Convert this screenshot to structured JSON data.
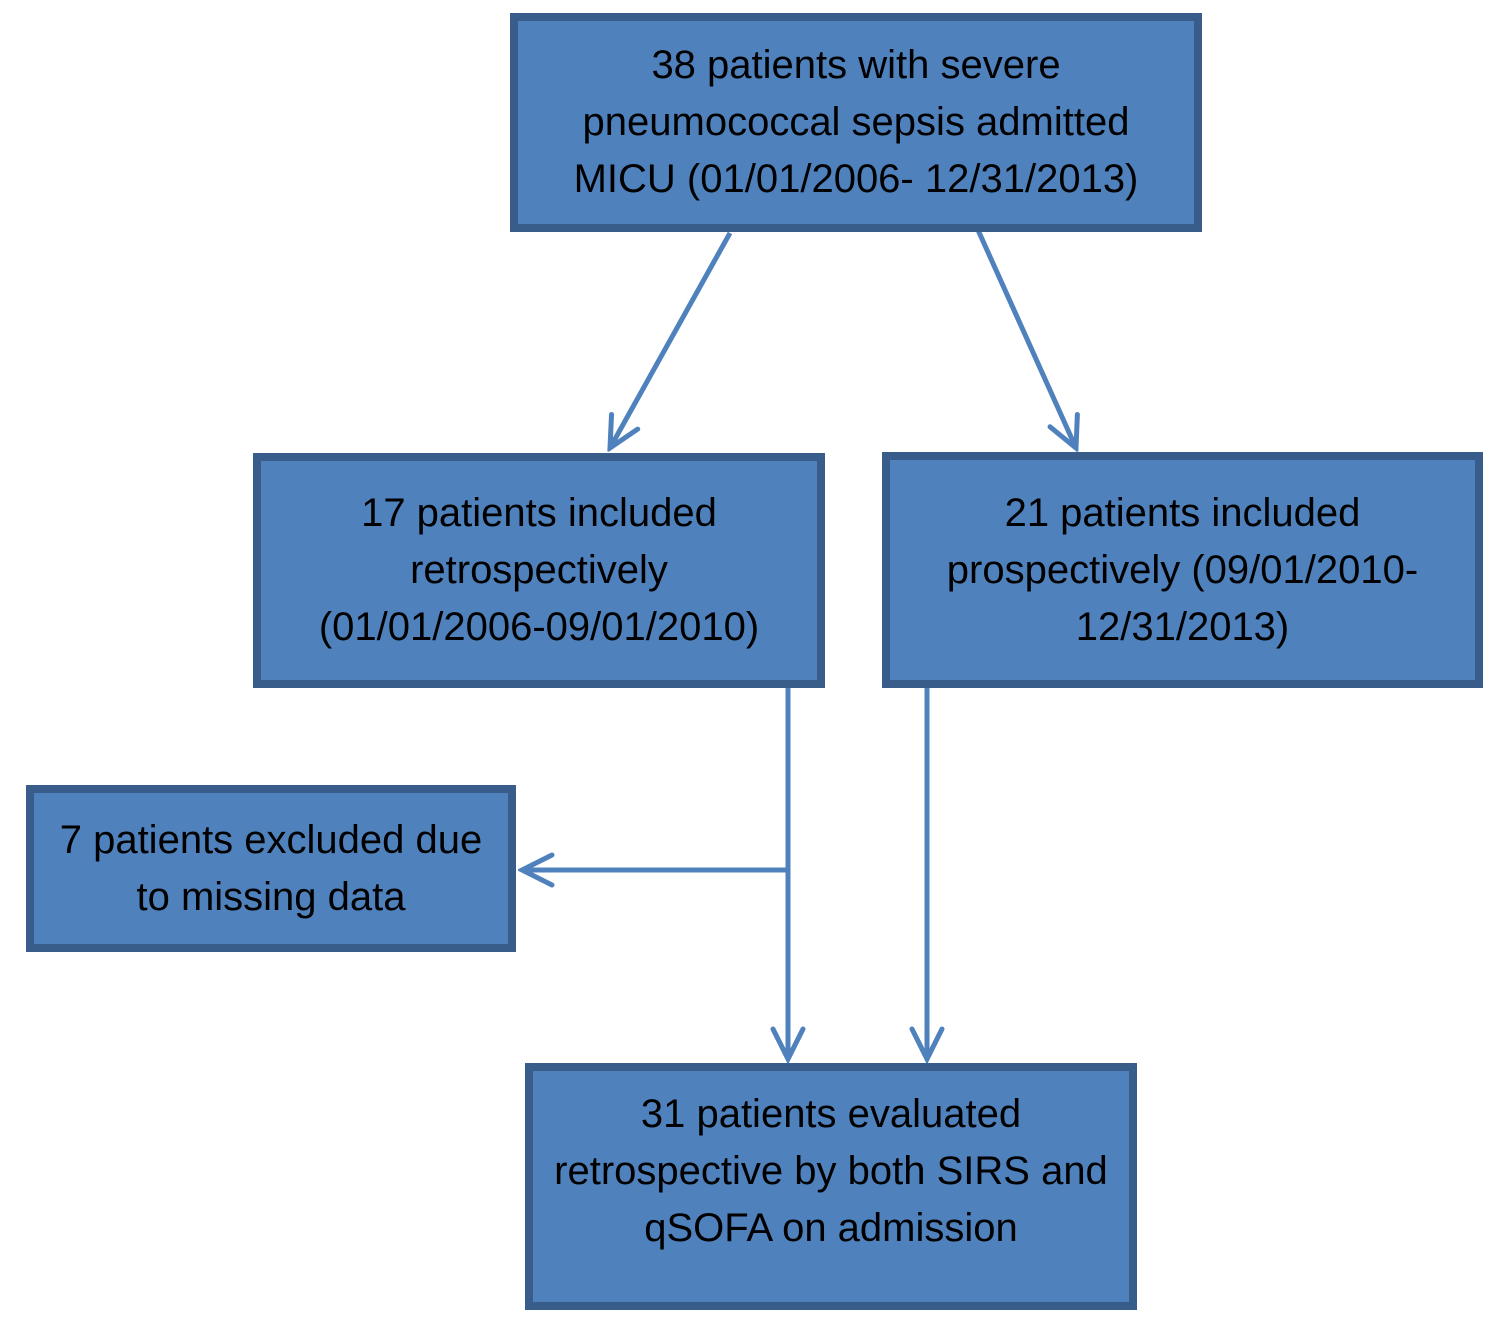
{
  "diagram": {
    "type": "flowchart",
    "colors": {
      "box_fill": "#4F81BD",
      "box_border": "#385D8A",
      "arrow": "#4F81BD",
      "text": "#000000",
      "background": "#FFFFFF"
    },
    "nodes": {
      "total": {
        "label": "38 patients with severe pneumococcal sepsis admitted MICU (01/01/2006- 12/31/2013)",
        "lines": [
          "38 patients with severe",
          "pneumococcal sepsis admitted",
          "MICU (01/01/2006- 12/31/2013)"
        ]
      },
      "retrospective": {
        "label": "17 patients included retrospectively (01/01/2006-09/01/2010)",
        "lines": [
          "17 patients included",
          "retrospectively",
          "(01/01/2006-09/01/2010)"
        ]
      },
      "prospective": {
        "label": "21 patients included prospectively (09/01/2010- 12/31/2013)",
        "lines": [
          "21 patients included",
          "prospectively (09/01/2010-",
          "12/31/2013)"
        ]
      },
      "excluded": {
        "label": "7 patients excluded due to missing data",
        "lines": [
          "7 patients excluded due",
          "to missing data"
        ]
      },
      "evaluated": {
        "label": "31 patients evaluated retrospective by both SIRS and qSOFA on admission",
        "lines": [
          "31 patients evaluated",
          "retrospective by both SIRS and",
          "qSOFA on admission"
        ]
      }
    },
    "edges": [
      {
        "from": "total",
        "to": "retrospective"
      },
      {
        "from": "total",
        "to": "prospective"
      },
      {
        "from": "retrospective",
        "to": "evaluated"
      },
      {
        "from": "prospective",
        "to": "evaluated"
      },
      {
        "from": "retrospective",
        "to": "excluded"
      }
    ]
  }
}
